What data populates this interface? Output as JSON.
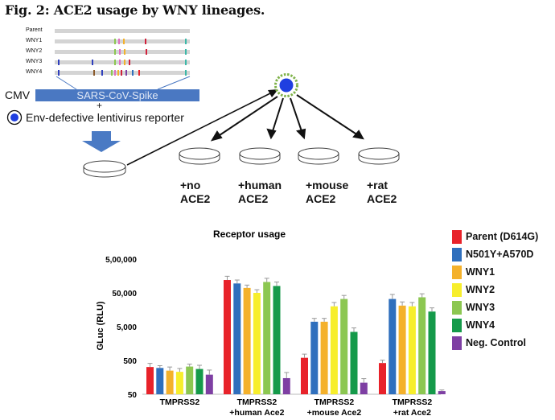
{
  "figure": {
    "title": "Fig. 2: ACE2 usage by WNY lineages."
  },
  "schematic": {
    "lineages": [
      "Parent",
      "WNY1",
      "WNY2",
      "WNY3",
      "WNY4"
    ],
    "construct_promoter": "CMV",
    "construct_gene": "SARS-CoV-Spike",
    "plus": "+",
    "reporter_label": "Env-defective lentivirus reporter",
    "dishes": [
      {
        "line1": "+no",
        "line2": "ACE2"
      },
      {
        "line1": "+human",
        "line2": "ACE2"
      },
      {
        "line1": "+mouse",
        "line2": "ACE2"
      },
      {
        "line1": "+rat",
        "line2": "ACE2"
      }
    ]
  },
  "chart_data": {
    "type": "bar",
    "title": "Receptor usage",
    "ylabel": "GLuc (RLU)",
    "yscale": "log",
    "ylim": [
      50,
      500000
    ],
    "ytick_labels": [
      "50",
      "500",
      "5,000",
      "50,000",
      "5,00,000"
    ],
    "ytick_values": [
      50,
      500,
      5000,
      50000,
      500000
    ],
    "categories": [
      "TMPRSS2",
      "TMPRSS2\n+human Ace2",
      "TMPRSS2\n+mouse Ace2",
      "TMPRSS2\n+rat Ace2"
    ],
    "category_lines": [
      [
        "TMPRSS2"
      ],
      [
        "TMPRSS2",
        "+human Ace2"
      ],
      [
        "TMPRSS2",
        "+mouse Ace2"
      ],
      [
        "TMPRSS2",
        "+rat Ace2"
      ]
    ],
    "legend_position": "right",
    "series": [
      {
        "name": "Parent (D614G)",
        "color": "#e8222a",
        "values": [
          320,
          120000,
          600,
          420
        ],
        "errors": [
          90,
          35000,
          170,
          90
        ]
      },
      {
        "name": "N501Y+A570D",
        "color": "#2f6fbd",
        "values": [
          300,
          95000,
          7000,
          33000
        ],
        "errors": [
          50,
          25000,
          1800,
          12000
        ]
      },
      {
        "name": "WNY1",
        "color": "#f4b12b",
        "values": [
          250,
          70000,
          7000,
          21000
        ],
        "errors": [
          70,
          15000,
          1800,
          6000
        ]
      },
      {
        "name": "WNY2",
        "color": "#f7ee2c",
        "values": [
          230,
          50000,
          20000,
          20000
        ],
        "errors": [
          60,
          12000,
          6000,
          6000
        ]
      },
      {
        "name": "WNY3",
        "color": "#8cc751",
        "values": [
          330,
          105000,
          33000,
          37000
        ],
        "errors": [
          60,
          30000,
          9000,
          10000
        ]
      },
      {
        "name": "WNY4",
        "color": "#159a4a",
        "values": [
          280,
          80000,
          3500,
          14000
        ],
        "errors": [
          80,
          25000,
          1100,
          4000
        ]
      },
      {
        "name": "Neg. Control",
        "color": "#7e3fa3",
        "values": [
          190,
          150,
          110,
          62
        ],
        "errors": [
          70,
          70,
          35,
          5
        ]
      }
    ]
  }
}
